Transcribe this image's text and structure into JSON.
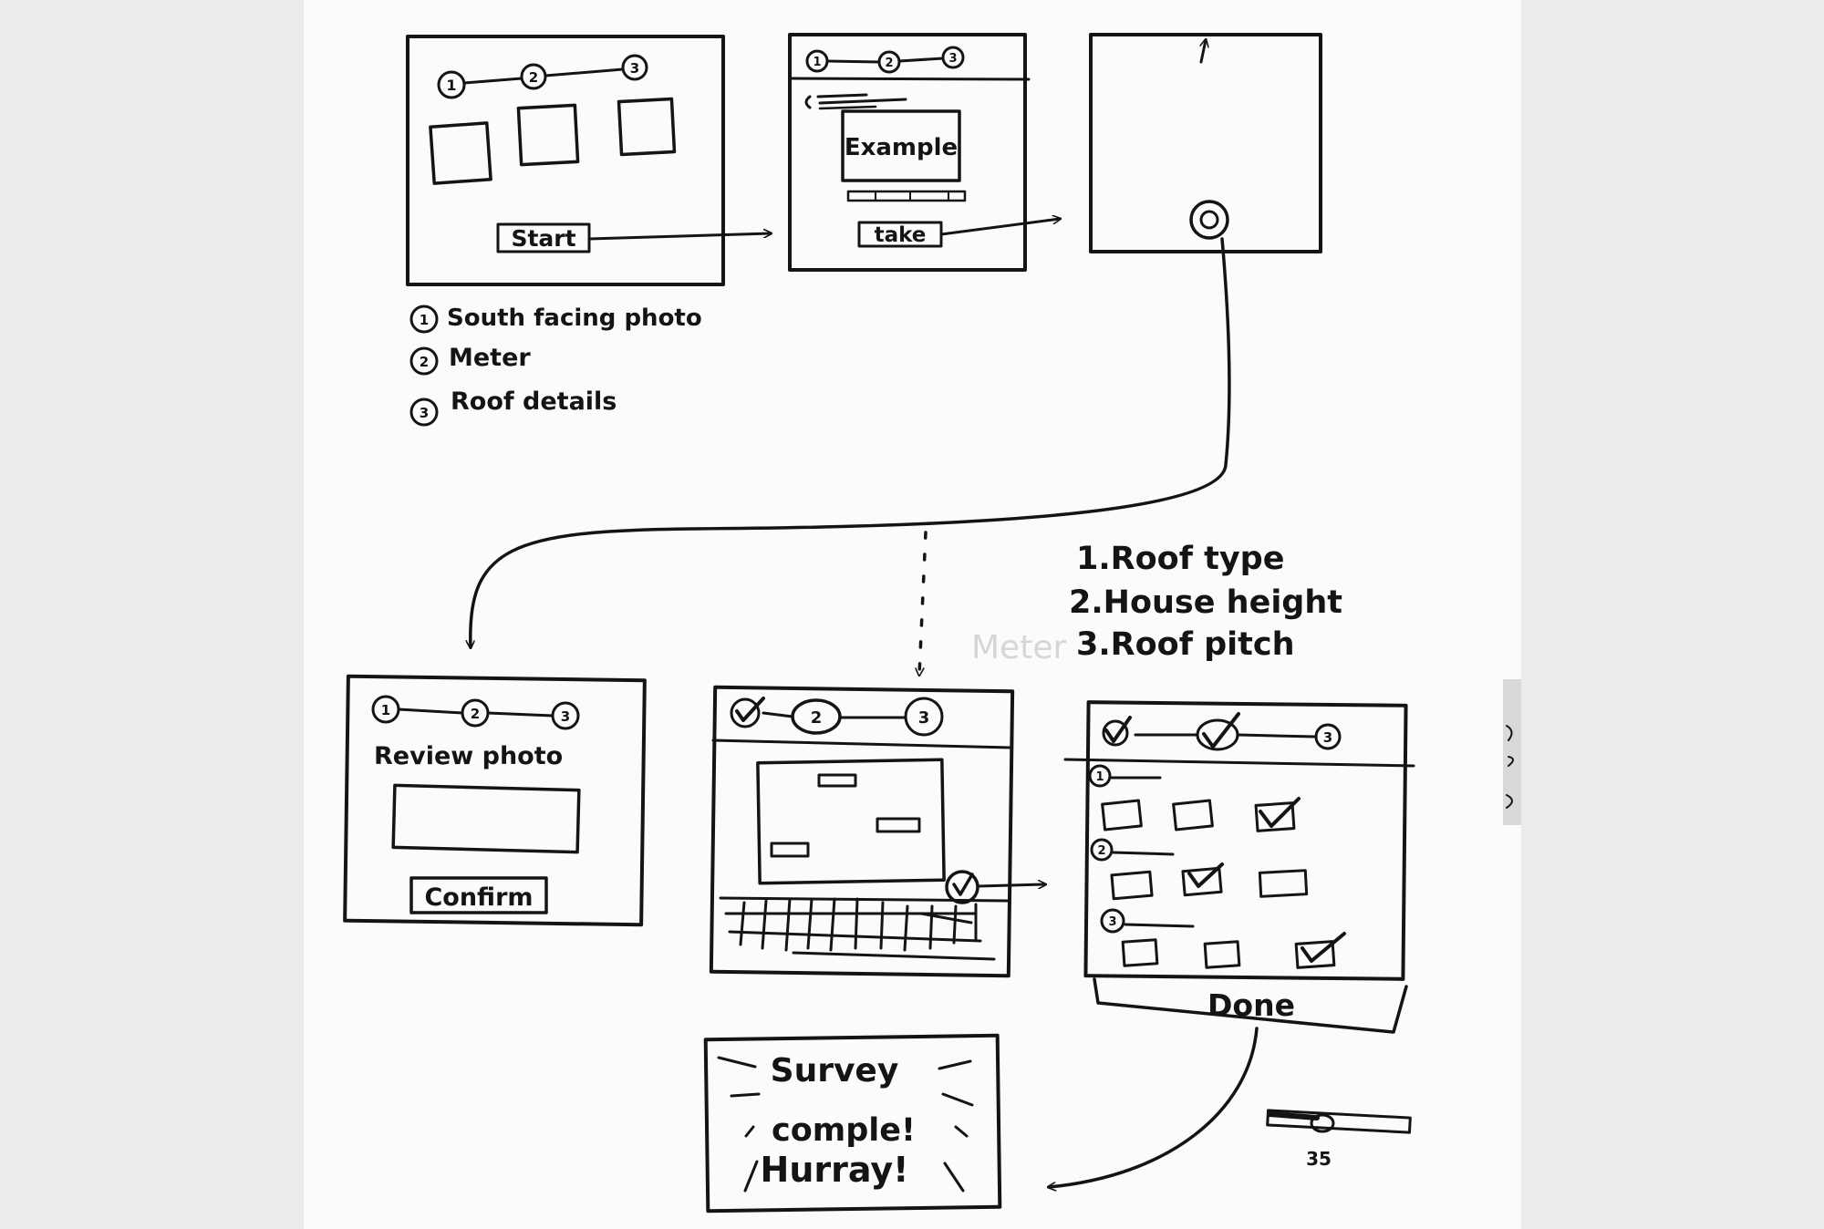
{
  "steps": {
    "numbers": [
      "1",
      "2",
      "3"
    ],
    "notes": [
      "South facing photo",
      "Meter",
      "Roof details"
    ]
  },
  "screens": {
    "start": {
      "button": "Start"
    },
    "example": {
      "label": "Example",
      "button": "take"
    },
    "review": {
      "title": "Review photo",
      "button": "Confirm"
    },
    "done": {
      "button": "Done"
    },
    "complete": {
      "line1": "Survey",
      "line2": "comple!",
      "line3": "Hurray!"
    }
  },
  "roof_questions": [
    "1.Roof type",
    "2.House height",
    "3.Roof pitch"
  ],
  "slider": {
    "value": "35"
  },
  "bleed_through": {
    "meter": "Meter"
  },
  "colors": {
    "ink": "#141414",
    "paper": "#fbfbfb",
    "background": "#ececec"
  }
}
